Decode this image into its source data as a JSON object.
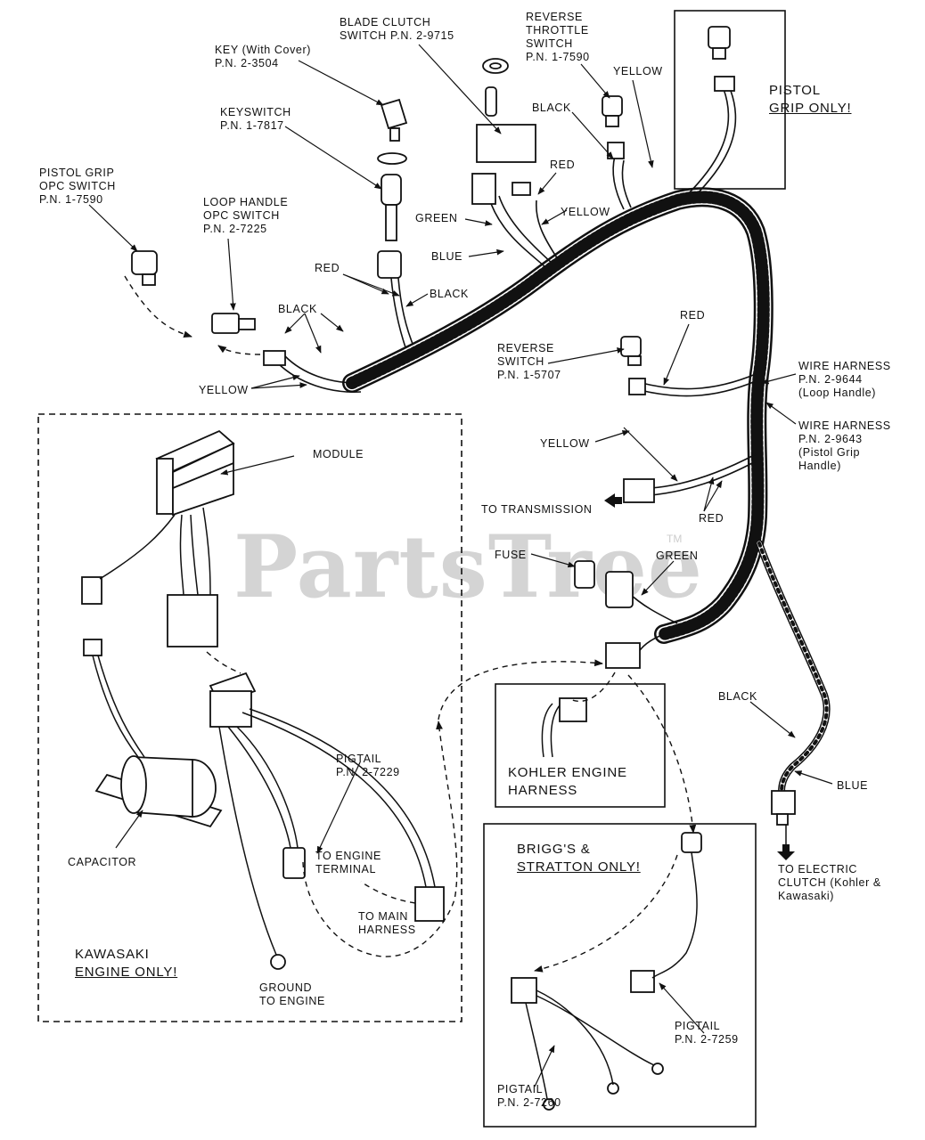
{
  "watermark": {
    "text": "PartsTree",
    "mark": "TM"
  },
  "labels": {
    "blade_clutch": [
      "BLADE CLUTCH",
      "SWITCH P.N. 2-9715"
    ],
    "reverse_throttle": [
      "REVERSE",
      "THROTTLE",
      "SWITCH",
      "P.N. 1-7590"
    ],
    "key": [
      "KEY (With Cover)",
      "P.N. 2-3504"
    ],
    "keyswitch": [
      "KEYSWITCH",
      "P.N. 1-7817"
    ],
    "pistol_grip_opc": [
      "PISTOL GRIP",
      "OPC SWITCH",
      "P.N. 1-7590"
    ],
    "loop_handle_opc": [
      "LOOP HANDLE",
      "OPC SWITCH",
      "P.N. 2-7225"
    ],
    "yellow_top": "YELLOW",
    "black_top": "BLACK",
    "red_top": "RED",
    "green": "GREEN",
    "yellow_mid": "YELLOW",
    "blue": "BLUE",
    "red_left": "RED",
    "black_left": "BLACK",
    "black_center": "BLACK",
    "yellow_left": "YELLOW",
    "red_reverse": "RED",
    "reverse_switch": [
      "REVERSE",
      "SWITCH",
      "P.N. 1-5707"
    ],
    "wire_harness_loop": [
      "WIRE HARNESS",
      "P.N. 2-9644",
      "(Loop Handle)"
    ],
    "wire_harness_pistol": [
      "WIRE HARNESS",
      "P.N. 2-9643",
      "(Pistol Grip",
      " Handle)"
    ],
    "yellow_right": "YELLOW",
    "to_transmission": "TO TRANSMISSION",
    "red_transmission": "RED",
    "module": "MODULE",
    "fuse": "FUSE",
    "green_fuse": "GREEN",
    "black_right": "BLACK",
    "blue_right": "BLUE",
    "to_electric_clutch": [
      "TO ELECTRIC",
      "CLUTCH (Kohler &",
      "Kawasaki)"
    ],
    "pigtail_7229": [
      "PIGTAIL",
      "P.N. 2-7229"
    ],
    "to_engine_terminal": [
      "TO ENGINE",
      "TERMINAL"
    ],
    "to_main_harness": [
      "TO MAIN",
      "HARNESS"
    ],
    "capacitor": "CAPACITOR",
    "ground": [
      "GROUND",
      "TO ENGINE"
    ],
    "pigtail_7259": [
      "PIGTAIL",
      "P.N. 2-7259"
    ],
    "pigtail_7260": [
      "PIGTAIL",
      "P.N. 2-7260"
    ]
  },
  "boxes": {
    "pistol_grip": [
      "PISTOL",
      "GRIP ONLY!"
    ],
    "kawasaki": [
      "KAWASAKI",
      "ENGINE ONLY!"
    ],
    "kohler": [
      "KOHLER ENGINE",
      "HARNESS"
    ],
    "briggs": [
      "BRIGG'S &",
      "STRATTON ONLY!"
    ]
  }
}
